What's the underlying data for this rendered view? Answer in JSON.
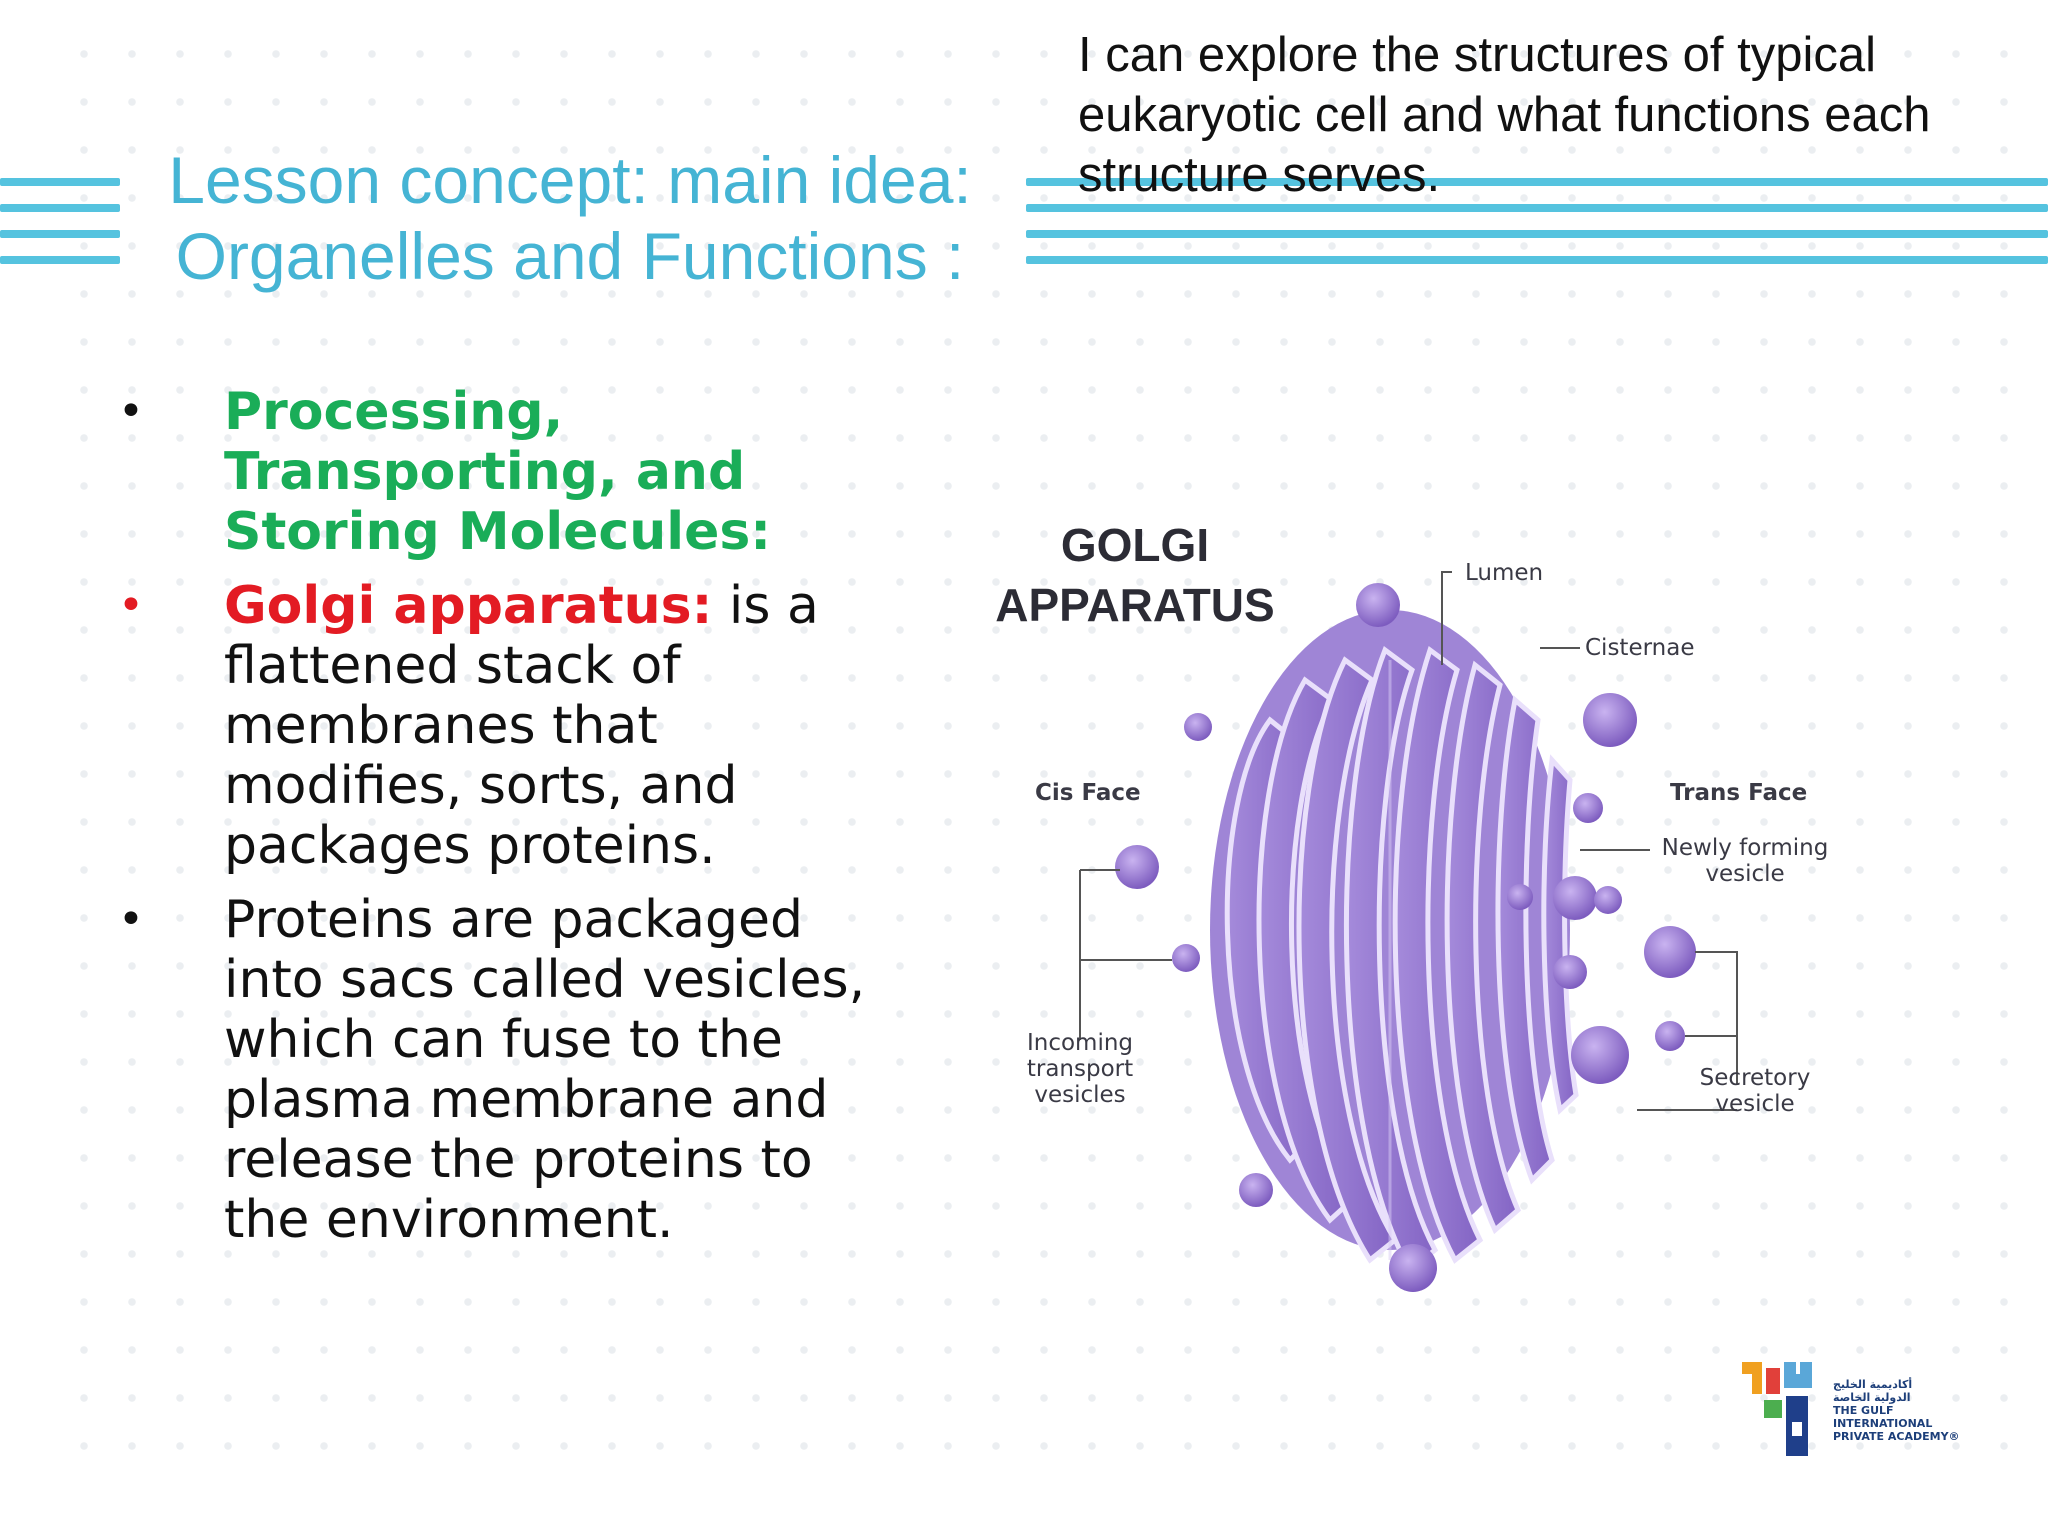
{
  "header": {
    "title_line1": "Lesson concept: main idea:",
    "title_line2": "Organelles and Functions :",
    "objective": "I can explore the structures of typical eukaryotic cell and what functions each structure serves."
  },
  "bullets": [
    {
      "marker": "•",
      "heading": "Processing, Transporting, and Storing Molecules:",
      "text": ""
    },
    {
      "marker": "•",
      "heading": "Golgi apparatus:",
      "text": " is a flattened stack of membranes that modifies, sorts, and packages proteins."
    },
    {
      "marker": "•",
      "heading": "",
      "text": "Proteins are packaged into sacs called vesicles, which can fuse to the plasma membrane and release the proteins to the environment."
    }
  ],
  "diagram": {
    "title_line1": "GOLGI",
    "title_line2": "APPARATUS",
    "labels": {
      "lumen": "Lumen",
      "cisternae": "Cisternae",
      "cis_face": "Cis Face",
      "trans_face": "Trans Face",
      "newly_forming_1": "Newly forming",
      "newly_forming_2": "vesicle",
      "incoming_1": "Incoming",
      "incoming_2": "transport vesicles",
      "secretory_1": "Secretory",
      "secretory_2": "vesicle"
    },
    "colors": {
      "membrane": "#9b7fd0",
      "membrane_dark": "#7d5cbf",
      "lumen": "#c8b6ea"
    }
  },
  "logo": {
    "arabic_1": "أكاديمية الخليج",
    "arabic_2": "الدولية الخاصة",
    "english_1": "THE GULF",
    "english_2": "INTERNATIONAL",
    "english_3": "PRIVATE ACADEMY®"
  }
}
